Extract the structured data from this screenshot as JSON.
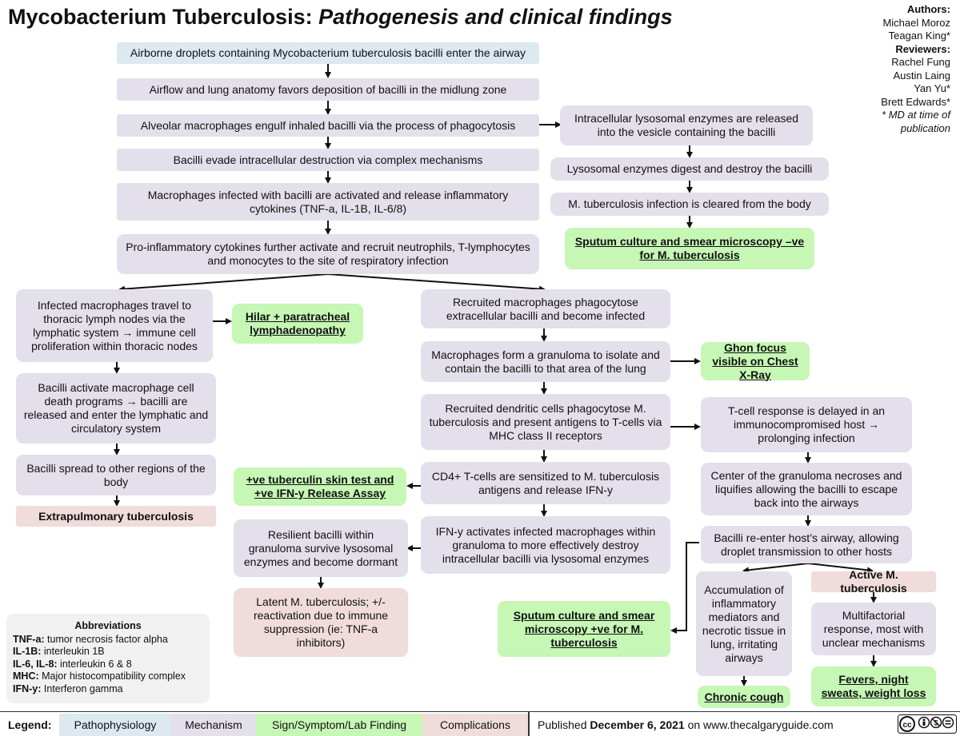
{
  "title": {
    "main": "Mycobacterium Tuberculosis: ",
    "sub": "Pathogenesis and clinical findings"
  },
  "authors": {
    "authors_label": "Authors:",
    "authors": [
      "Michael Moroz",
      "Teagan King*"
    ],
    "reviewers_label": "Reviewers:",
    "reviewers": [
      "Rachel Fung",
      "Austin Laing",
      "Yan Yu*",
      "Brett Edwards*"
    ],
    "note": "* MD at time of publication"
  },
  "boxes": {
    "b01": "Airborne droplets containing Mycobacterium tuberculosis bacilli enter the airway",
    "b02": "Airflow and lung anatomy favors deposition of bacilli in the midlung zone",
    "b03": "Alveolar macrophages engulf inhaled bacilli via the process of phagocytosis",
    "b04": "Bacilli evade intracellular destruction via complex mechanisms",
    "b05": "Macrophages infected with bacilli are activated and release inflammatory cytokines (TNF-a, IL-1B, IL-6/8)",
    "b06": "Pro-inflammatory cytokines further activate and recruit neutrophils, T-lymphocytes and monocytes to the site of respiratory infection",
    "b07": "Intracellular lysosomal enzymes are released into the vesicle containing the bacilli",
    "b08": "Lysosomal enzymes digest and destroy the bacilli",
    "b09": "M. tuberculosis infection is cleared from the body",
    "b10": "Sputum culture and smear microscopy –ve for M. tuberculosis",
    "b11": "Infected macrophages travel to thoracic lymph nodes via the lymphatic system → immune cell proliferation within thoracic nodes",
    "b12": "Hilar + paratracheal lymphadenopathy",
    "b13": "Bacilli activate macrophage cell death programs → bacilli are released and enter the lymphatic and circulatory system",
    "b14": "Bacilli spread to other regions of the body",
    "b15": "Extrapulmonary tuberculosis",
    "b16": "Recruited macrophages phagocytose extracellular bacilli and become infected",
    "b17": "Macrophages form a granuloma to isolate and contain the bacilli to that area of the lung",
    "b18": "Ghon focus visible on Chest X-Ray",
    "b19": "Recruited dendritic cells phagocytose M. tuberculosis and present antigens to T-cells via MHC class II receptors",
    "b20": "T-cell response is delayed in an immunocompromised host → prolonging infection",
    "b21": "+ve tuberculin skin test and +ve IFN-y Release Assay",
    "b22": "CD4+ T-cells are sensitized to M. tuberculosis antigens and release IFN-y",
    "b23": "Center of the granuloma necroses and liquifies allowing the bacilli to escape back into the airways",
    "b24": "Resilient bacilli within granuloma survive lysosomal enzymes and become dormant",
    "b25": "IFN-y activates infected macrophages within granuloma to more effectively destroy intracellular bacilli via lysosomal enzymes",
    "b26": "Bacilli re-enter host’s airway, allowing droplet transmission to other hosts",
    "b27": "Latent M. tuberculosis; +/- reactivation due to immune suppression (ie: TNF-a inhibitors)",
    "b28": "Sputum culture and smear microscopy +ve for M. tuberculosis",
    "b29": "Accumulation of inflammatory mediators and necrotic tissue in lung, irritating airways",
    "b30": "Active M. tuberculosis",
    "b31": "Multifactorial response, most with unclear mechanisms",
    "b32": "Chronic cough",
    "b33": "Fevers, night sweats, weight loss"
  },
  "abbreviations": {
    "heading": "Abbreviations",
    "items": [
      {
        "term": "TNF-a:",
        "def": " tumor necrosis factor alpha"
      },
      {
        "term": "IL-1B:",
        "def": " interleukin 1B"
      },
      {
        "term": "IL-6, IL-8:",
        "def": " interleukin 6 & 8"
      },
      {
        "term": "MHC:",
        "def": " Major histocompatibility complex"
      },
      {
        "term": "IFN-y:",
        "def": " Interferon gamma"
      }
    ]
  },
  "legend": {
    "label": "Legend:",
    "items": [
      "Pathophysiology",
      "Mechanism",
      "Sign/Symptom/Lab Finding",
      "Complications"
    ],
    "colors": {
      "pathophysiology": "#dde9f0",
      "mechanism": "#e3dfeb",
      "sign": "#c6f7b5",
      "complication": "#efdcdb"
    }
  },
  "footer": {
    "published_prefix": "Published ",
    "published_date": "December 6, 2021",
    "published_suffix": " on www.thecalgaryguide.com",
    "license_badge": "cc by nc nd"
  }
}
